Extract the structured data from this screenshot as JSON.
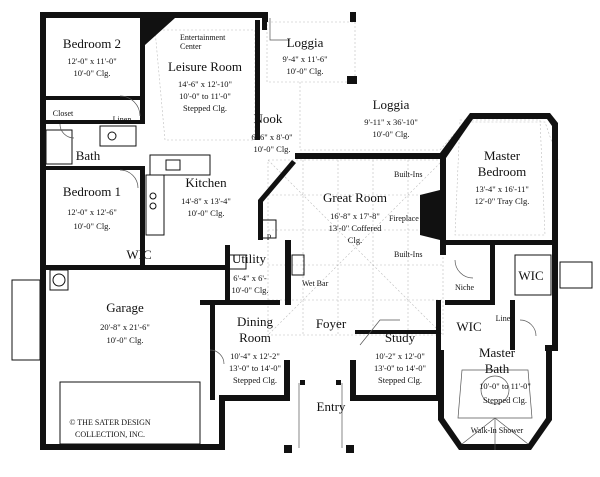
{
  "rooms": {
    "bedroom2": {
      "name": "Bedroom 2",
      "dim1": "12'-0\" x 11'-0\"",
      "dim2": "10'-0\" Clg."
    },
    "entertainment": {
      "line1": "Entertainment",
      "line2": "Center"
    },
    "leisure": {
      "name": "Leisure Room",
      "dim1": "14'-6\" x 12'-10\"",
      "dim2": "10'-0\" to 11'-0\"",
      "dim3": "Stepped Clg."
    },
    "loggia_small": {
      "name": "Loggia",
      "dim1": "9'-4\" x 11'-6\"",
      "dim2": "10'-0\" Clg."
    },
    "loggia_large": {
      "name": "Loggia",
      "dim1": "9'-11\" x 36'-10\"",
      "dim2": "10'-0\" Clg."
    },
    "closet": "Closet",
    "linen_upper": "Linen",
    "bath": "Bath",
    "nook": {
      "name": "Nook",
      "dim1": "6'-6\" x 8'-0\"",
      "dim2": "10'-0\" Clg."
    },
    "master_bedroom": {
      "line1": "Master",
      "line2": "Bedroom",
      "dim1": "13'-4\" x 16'-11\"",
      "dim2": "12'-0\" Tray Clg."
    },
    "bedroom1": {
      "name": "Bedroom 1",
      "dim1": "12'-0\" x 12'-6\"",
      "dim2": "10'-0\" Clg."
    },
    "kitchen": {
      "name": "Kitchen",
      "dim1": "14'-8\" x 13'-4\"",
      "dim2": "10'-0\" Clg."
    },
    "great_room": {
      "name": "Great Room",
      "dim1": "16'-8\" x 17'-8\"",
      "dim2": "13'-0\" Coffered",
      "dim3": "Clg."
    },
    "built_ins_top": "Built-Ins",
    "built_ins_bottom": "Built-Ins",
    "fireplace": "Fireplace",
    "wic_left": "WIC",
    "utility": {
      "name": "Utility",
      "dim1": "6'-4\" x 6'-",
      "dim2": "10'-0\" Clg."
    },
    "wet_bar": "Wet Bar",
    "pantry": "P",
    "niche": "Niche",
    "wic_right_top": "WIC",
    "garage": {
      "name": "Garage",
      "dim1": "20'-8\" x 21'-6\"",
      "dim2": "10'-0\" Clg."
    },
    "dining": {
      "line1": "Dining",
      "line2": "Room",
      "dim1": "10'-4\" x 12'-2\"",
      "dim2": "13'-0\" to 14'-0\"",
      "dim3": "Stepped Clg."
    },
    "foyer": "Foyer",
    "study": {
      "name": "Study",
      "dim1": "10'-2\" x 12'-0\"",
      "dim2": "13'-0\" to 14'-0\"",
      "dim3": "Stepped Clg."
    },
    "wic_right_bottom": "WIC",
    "linen_lower": "Linen",
    "master_bath": {
      "line1": "Master",
      "line2": "Bath",
      "dim1": "10'-0\" to 11'-0\"",
      "dim2": "Stepped Clg."
    },
    "walk_in_shower": "Walk-In Shower",
    "entry": "Entry"
  },
  "copyright": {
    "line1": "© THE SATER DESIGN",
    "line2": "COLLECTION, INC."
  },
  "colors": {
    "wall": "#111111",
    "background": "#ffffff",
    "grid": "#bdbdbd"
  }
}
